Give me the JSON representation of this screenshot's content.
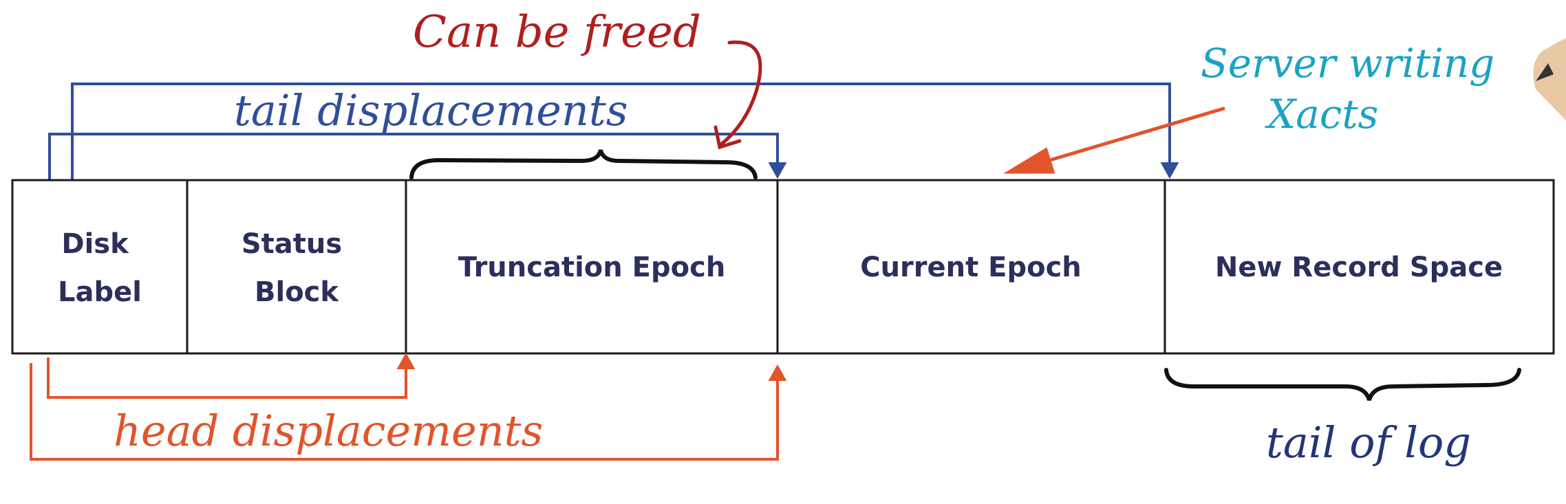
{
  "segments": [
    {
      "lines": [
        "Disk",
        "Label"
      ]
    },
    {
      "lines": [
        "Status",
        "Block"
      ]
    },
    {
      "lines": [
        "Truncation Epoch"
      ]
    },
    {
      "lines": [
        "Current Epoch"
      ]
    },
    {
      "lines": [
        "New Record Space"
      ]
    }
  ],
  "annotations": {
    "can_be_freed": "Can be freed",
    "tail_displacements": "tail displacements",
    "head_displacements": "head displacements",
    "server_writing": "Server writing",
    "xacts": "Xacts",
    "tail_of_log": "tail of log"
  },
  "colors": {
    "box_text": "#2a2f5c",
    "blue_arrow": "#2f4f9a",
    "red_annotation": "#b01e1e",
    "orange_arrow": "#e2542a",
    "cyan_annotation": "#1aa3c4",
    "navy_annotation": "#23357a",
    "brace": "#111111"
  }
}
